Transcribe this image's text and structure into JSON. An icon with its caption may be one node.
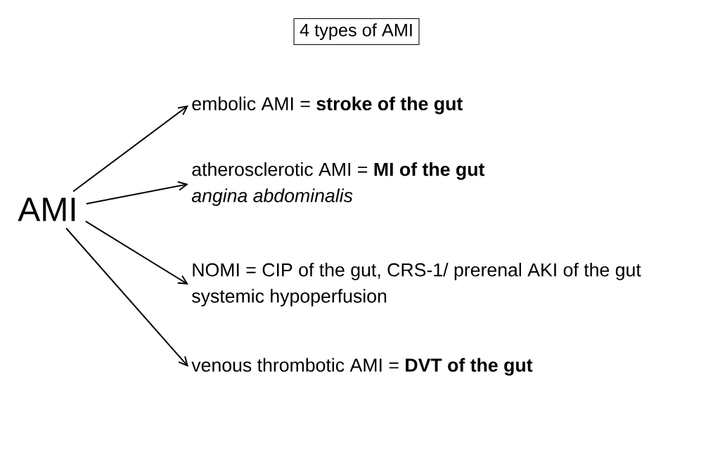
{
  "diagram": {
    "title": "4 types of AMI",
    "nodes": [
      {
        "text": [
          "AMI"
        ]
      },
      {
        "text": [
          "embolic AMI = **stroke of the gut**"
        ]
      },
      {
        "text": [
          "atherosclerotic AMI = **MI of the gut**",
          "*angina abdominalis*"
        ]
      },
      {
        "text": [
          "NOMI = CIP of the gut, CRS-1/ prerenal AKI of the gut",
          "systemic hypoperfusion"
        ]
      },
      {
        "text": [
          "venous thrombotic AMI = **DVT of the gut**"
        ]
      }
    ],
    "edges": [
      {
        "from": 0,
        "to": 1,
        "arrow": "to"
      },
      {
        "from": 0,
        "to": 2,
        "arrow": "to"
      },
      {
        "from": 0,
        "to": 3,
        "arrow": "to"
      },
      {
        "from": 0,
        "to": 4,
        "arrow": "to"
      }
    ]
  }
}
